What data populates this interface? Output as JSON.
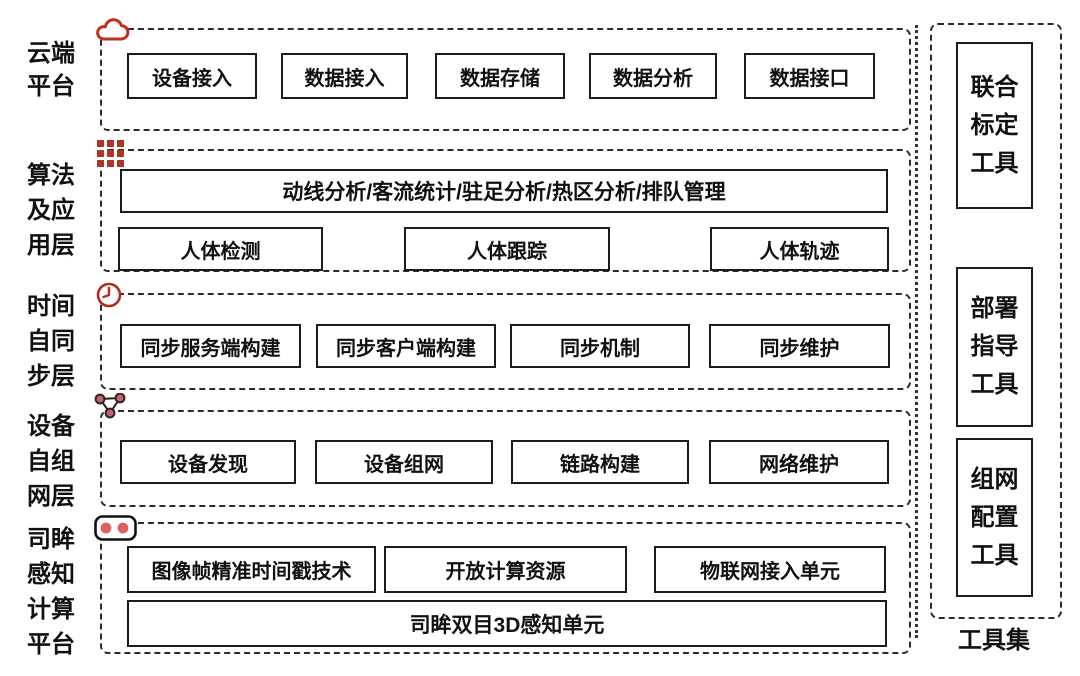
{
  "palette": {
    "line_black": "#1c1c1c",
    "icon_red": "#c1301f",
    "grid_red": "#b03425",
    "node_rose": "#b96b75",
    "dot_pink": "#e05f5f"
  },
  "layers": [
    {
      "label_lines": [
        "云端",
        "平台"
      ],
      "icon": "cloud-icon",
      "boxes": [
        "设备接入",
        "数据接入",
        "数据存储",
        "数据分析",
        "数据接口"
      ]
    },
    {
      "label_lines": [
        "算法",
        "及应",
        "用层"
      ],
      "icon": "grid-icon",
      "wide_box": "动线分析/客流统计/驻足分析/热区分析/排队管理",
      "boxes": [
        "人体检测",
        "人体跟踪",
        "人体轨迹"
      ]
    },
    {
      "label_lines": [
        "时间",
        "自同",
        "步层"
      ],
      "icon": "clock-icon",
      "boxes": [
        "同步服务端构建",
        "同步客户端构建",
        "同步机制",
        "同步维护"
      ]
    },
    {
      "label_lines": [
        "设备",
        "自组",
        "网层"
      ],
      "icon": "network-icon",
      "boxes": [
        "设备发现",
        "设备组网",
        "链路构建",
        "网络维护"
      ]
    },
    {
      "label_lines": [
        "司眸",
        "感知",
        "计算",
        "平台"
      ],
      "icon": "stereo-camera-icon",
      "boxes": [
        "图像帧精准时间戳技术",
        "开放计算资源",
        "物联网接入单元"
      ],
      "wide_box": "司眸双目3D感知单元"
    }
  ],
  "toolset": {
    "label": "工具集",
    "tools": [
      [
        "联合",
        "标定",
        "工具"
      ],
      [
        "部署",
        "指导",
        "工具"
      ],
      [
        "组网",
        "配置",
        "工具"
      ]
    ]
  }
}
